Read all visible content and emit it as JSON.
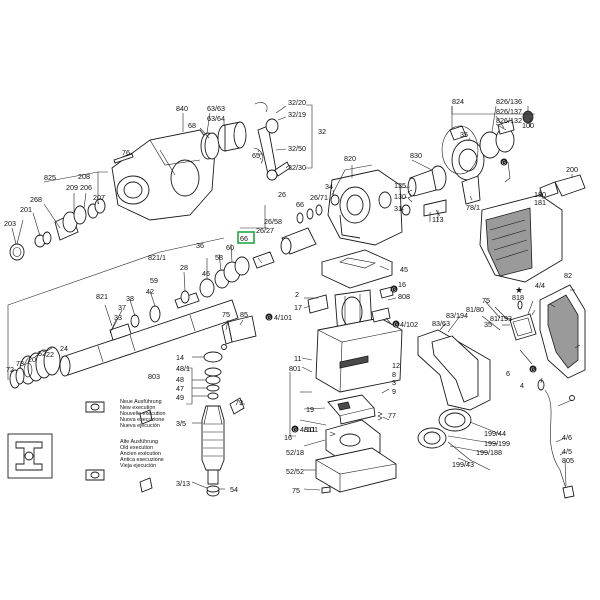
{
  "colors": {
    "line": "#1a1a1a",
    "highlight": "#22a844",
    "shade": "#9a9a9a"
  },
  "legend": {
    "new": [
      "Neue Ausführung",
      "New execution",
      "Nouvelle exécution",
      "Nuova esecuzione",
      "Nueva ejecución"
    ],
    "old": [
      "Alte Ausführung",
      "Old execution",
      "Ancien exécution",
      "Antica esecuzione",
      "Vieja ejecución"
    ]
  },
  "highlighted_part": "66",
  "icons": [
    "grease-marker-icon",
    "star-marker-icon",
    "crimp-tool-icon"
  ],
  "callouts": [
    {
      "id": "840",
      "text": "840"
    },
    {
      "id": "63-63",
      "text": "63/63"
    },
    {
      "id": "68",
      "text": "68"
    },
    {
      "id": "63-64",
      "text": "63/64"
    },
    {
      "id": "76",
      "text": "76"
    },
    {
      "id": "825",
      "text": "825"
    },
    {
      "id": "208",
      "text": "208"
    },
    {
      "id": "209",
      "text": "209"
    },
    {
      "id": "206",
      "text": "206"
    },
    {
      "id": "207",
      "text": "207"
    },
    {
      "id": "268",
      "text": "268"
    },
    {
      "id": "201",
      "text": "201"
    },
    {
      "id": "203",
      "text": "203"
    },
    {
      "id": "32-20",
      "text": "32/20"
    },
    {
      "id": "32-19",
      "text": "32/19"
    },
    {
      "id": "32",
      "text": "32"
    },
    {
      "id": "32-50",
      "text": "32/50"
    },
    {
      "id": "32-30",
      "text": "32/30"
    },
    {
      "id": "65",
      "text": "65°"
    },
    {
      "id": "820",
      "text": "820"
    },
    {
      "id": "824",
      "text": "824"
    },
    {
      "id": "826-136",
      "text": "826/136"
    },
    {
      "id": "826-137",
      "text": "826/137"
    },
    {
      "id": "826-132",
      "text": "826/132"
    },
    {
      "id": "830",
      "text": "830"
    },
    {
      "id": "35",
      "text": "35"
    },
    {
      "id": "100",
      "text": "100"
    },
    {
      "id": "26",
      "text": "26"
    },
    {
      "id": "26-71",
      "text": "26/71"
    },
    {
      "id": "66b",
      "text": "66"
    },
    {
      "id": "34",
      "text": "34"
    },
    {
      "id": "26-58",
      "text": "26/58"
    },
    {
      "id": "26-27",
      "text": "26/27"
    },
    {
      "id": "66",
      "text": "66"
    },
    {
      "id": "135",
      "text": "135"
    },
    {
      "id": "130",
      "text": "130"
    },
    {
      "id": "31",
      "text": "31"
    },
    {
      "id": "113",
      "text": "113"
    },
    {
      "id": "78-1",
      "text": "78/1"
    },
    {
      "id": "200",
      "text": "200"
    },
    {
      "id": "180",
      "text": "180"
    },
    {
      "id": "181",
      "text": "181"
    },
    {
      "id": "821-1",
      "text": "821/1"
    },
    {
      "id": "60",
      "text": "60"
    },
    {
      "id": "58",
      "text": "58"
    },
    {
      "id": "36",
      "text": "36"
    },
    {
      "id": "28",
      "text": "28"
    },
    {
      "id": "46",
      "text": "46"
    },
    {
      "id": "59",
      "text": "59"
    },
    {
      "id": "42",
      "text": "42"
    },
    {
      "id": "821",
      "text": "821"
    },
    {
      "id": "38",
      "text": "38"
    },
    {
      "id": "37",
      "text": "37"
    },
    {
      "id": "33",
      "text": "33"
    },
    {
      "id": "45",
      "text": "45"
    },
    {
      "id": "2",
      "text": "2"
    },
    {
      "id": "17",
      "text": "17"
    },
    {
      "id": "16",
      "text": "16"
    },
    {
      "id": "808",
      "text": "808"
    },
    {
      "id": "4-101",
      "text": "4/101"
    },
    {
      "id": "4-102",
      "text": "4/102"
    },
    {
      "id": "75a",
      "text": "75"
    },
    {
      "id": "85",
      "text": "85"
    },
    {
      "id": "82",
      "text": "82"
    },
    {
      "id": "818",
      "text": "818"
    },
    {
      "id": "4-4",
      "text": "4/4"
    },
    {
      "id": "81-80",
      "text": "81/80"
    },
    {
      "id": "75b",
      "text": "75"
    },
    {
      "id": "83-194",
      "text": "83/194"
    },
    {
      "id": "81-193",
      "text": "81/193"
    },
    {
      "id": "83-63",
      "text": "83/63"
    },
    {
      "id": "35b",
      "text": "35"
    },
    {
      "id": "52",
      "text": "52"
    },
    {
      "id": "20",
      "text": "20"
    },
    {
      "id": "73",
      "text": "73"
    },
    {
      "id": "72",
      "text": "72"
    },
    {
      "id": "14",
      "text": "14"
    },
    {
      "id": "803",
      "text": "803"
    },
    {
      "id": "48-1",
      "text": "48/1"
    },
    {
      "id": "48",
      "text": "48"
    },
    {
      "id": "47",
      "text": "47"
    },
    {
      "id": "49",
      "text": "49"
    },
    {
      "id": "79",
      "text": "79"
    },
    {
      "id": "11",
      "text": "11"
    },
    {
      "id": "801",
      "text": "801"
    },
    {
      "id": "19",
      "text": "19"
    },
    {
      "id": "12",
      "text": "12"
    },
    {
      "id": "8",
      "text": "8"
    },
    {
      "id": "3",
      "text": "3"
    },
    {
      "id": "9",
      "text": "9"
    },
    {
      "id": "77",
      "text": "77"
    },
    {
      "id": "4-101b",
      "text": "4/101"
    },
    {
      "id": "6",
      "text": "6"
    },
    {
      "id": "4",
      "text": "4"
    },
    {
      "id": "3-5",
      "text": "3/5"
    },
    {
      "id": "811",
      "text": "811"
    },
    {
      "id": "16b",
      "text": "16"
    },
    {
      "id": "52-18",
      "text": "52/18"
    },
    {
      "id": "52-52",
      "text": "52/52"
    },
    {
      "id": "75c",
      "text": "75"
    },
    {
      "id": "3-13",
      "text": "3/13"
    },
    {
      "id": "54",
      "text": "54"
    },
    {
      "id": "199-44",
      "text": "199/44"
    },
    {
      "id": "199-199",
      "text": "199/199"
    },
    {
      "id": "199-188",
      "text": "199/188"
    },
    {
      "id": "199-43",
      "text": "199/43"
    },
    {
      "id": "4-6",
      "text": "4/6"
    },
    {
      "id": "4-5",
      "text": "4/5"
    },
    {
      "id": "805",
      "text": "805"
    },
    {
      "id": "24",
      "text": "24"
    },
    {
      "id": "22",
      "text": "22"
    }
  ]
}
